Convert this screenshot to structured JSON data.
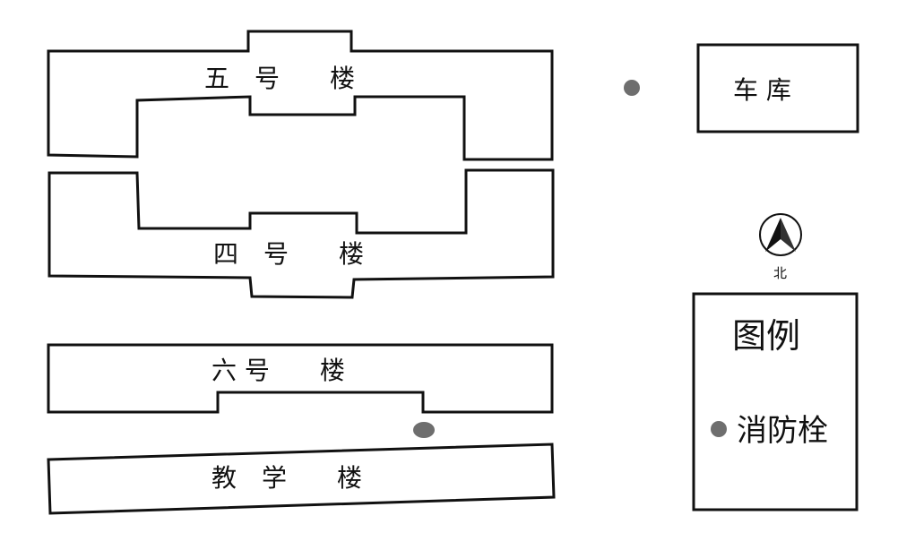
{
  "buildings": {
    "building5": "五　号　　楼",
    "building4": "四　号　　楼",
    "building6": "六 号　　楼",
    "teaching": "教　学　　楼",
    "garage": "车 库"
  },
  "compass": {
    "label": "北"
  },
  "legend": {
    "title": "图例",
    "hydrant_label": "消防栓"
  },
  "colors": {
    "line": "#111111",
    "hydrant": "#6e6e6e"
  }
}
